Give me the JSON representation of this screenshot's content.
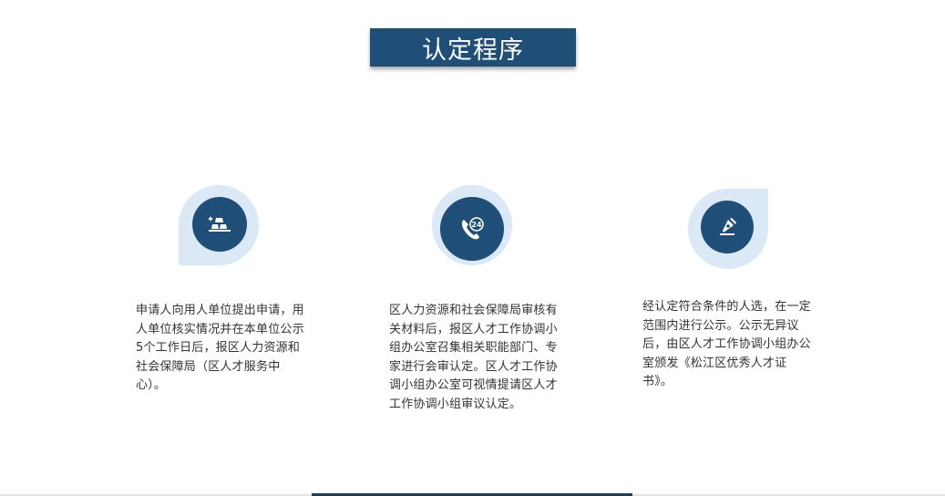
{
  "section": {
    "title": "认定程序"
  },
  "steps": [
    {
      "icon": "gold-bars-icon",
      "text": "申请人向用人单位提出申请，用人单位核实情况并在本单位公示5个工作日后，报区人力资源和社会保障局（区人才服务中心）。"
    },
    {
      "icon": "phone-24h-icon",
      "text": "区人力资源和社会保障局审核有关材料后，报区人才工作协调小组办公室召集相关职能部门、专家进行会审认定。区人才工作协调小组办公室可视情提请区人才工作协调小组审议认定。"
    },
    {
      "icon": "pen-nib-icon",
      "text": "经认定符合条件的人选，在一定范围内进行公示。公示无异议后，由区人才工作协调小组办公室颁发《松江区优秀人才证书》。"
    }
  ],
  "colors": {
    "primary": "#1f4e79",
    "badge_bg": "#dbe8f6",
    "text": "#333333"
  }
}
